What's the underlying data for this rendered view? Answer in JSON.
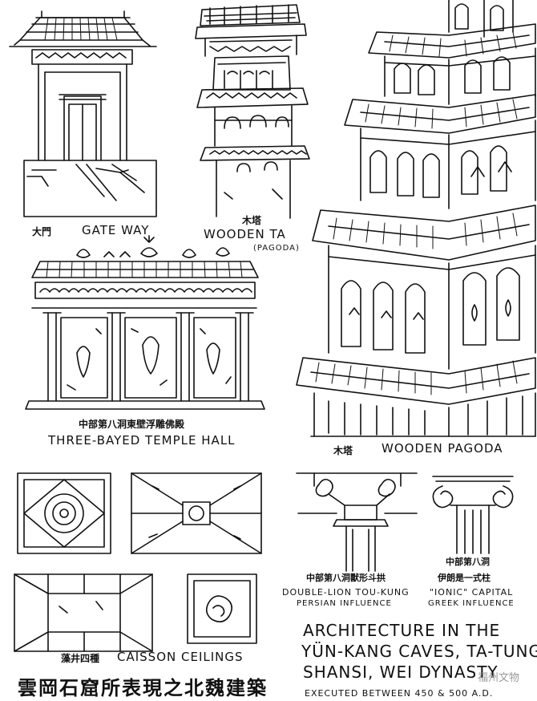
{
  "labels": {
    "gateway_cn": "大門",
    "gateway_en": "GATE WAY",
    "wooden_ta_cn": "木塔",
    "wooden_ta_en": "WOODEN TA",
    "pagoda_note": "(PAGODA)",
    "temple_cn": "中部第八洞東壁浮雕佛殿",
    "temple_en": "THREE-BAYED TEMPLE HALL",
    "wooden_pagoda_cn": "木塔",
    "wooden_pagoda_en": "WOODEN PAGODA",
    "toukung_cn": "中部第八洞獸形斗拱",
    "toukung_en": "DOUBLE-LION TOU-KUNG",
    "toukung_note": "PERSIAN INFLUENCE",
    "ionic_cn_1": "中部第八洞",
    "ionic_cn_2": "伊朗是一式柱",
    "ionic_en": "\"IONIC\" CAPITAL",
    "ionic_note": "GREEK INFLUENCE",
    "ceiling_cn": "藻井四種",
    "ceiling_en": "CAISSON CEILINGS"
  },
  "title": {
    "line1": "ARCHITECTURE IN THE",
    "line2": "YÜN-KANG CAVES, TA-TUNG,",
    "line3": "SHANSI, WEI DYNASTY",
    "line4": "EXECUTED BETWEEN 450 & 500 A.D."
  },
  "bottom_title_cn": "雲岡石窟所表現之北魏建築",
  "watermark": "福州文物"
}
